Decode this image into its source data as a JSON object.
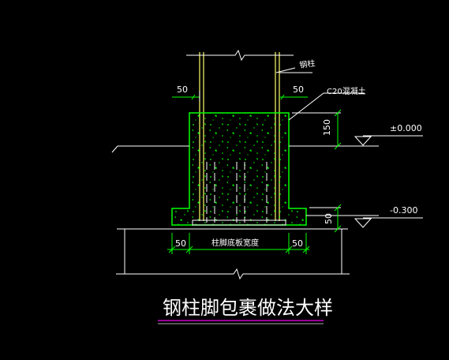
{
  "drawing": {
    "title": "钢柱脚包裹做法大样",
    "labels": {
      "steel_column": "钢柱",
      "concrete": "C20混凝土",
      "dim_left_top": "50",
      "dim_right_top": "50",
      "dim_150": "150",
      "dim_50_side": "50",
      "dim_bottom_left": "50",
      "dim_bottom_right": "50",
      "base_width": "柱脚底板宽度",
      "elev_top": "±0.000",
      "elev_bottom": "-0.300"
    },
    "colors": {
      "background": "#000000",
      "lines": "#FFFFFF",
      "concrete": "#00FF00",
      "column": "#FFFF66",
      "dimension": "#00FF00",
      "title_underline": "#CC00CC"
    }
  }
}
